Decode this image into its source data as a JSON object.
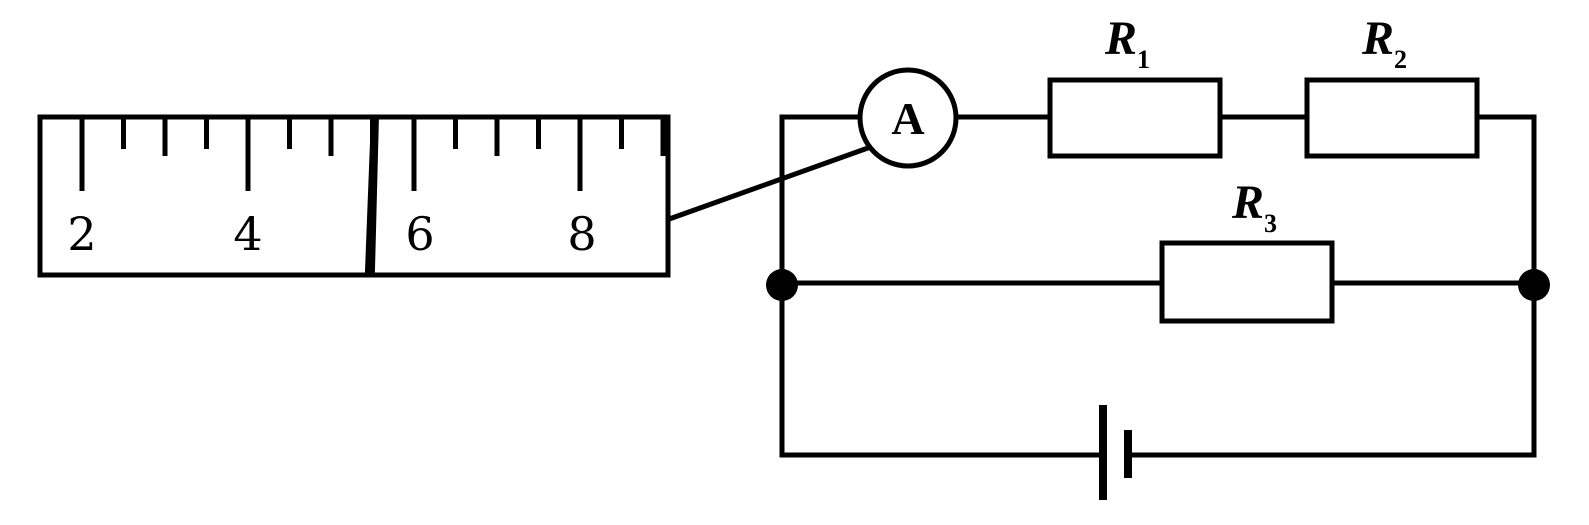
{
  "ammeter": {
    "symbol": "A"
  },
  "scale": {
    "labels": [
      "2",
      "4",
      "6",
      "8"
    ],
    "pointer_reading": 5.3
  },
  "resistors": [
    {
      "letter": "R",
      "sub": "1"
    },
    {
      "letter": "R",
      "sub": "2"
    },
    {
      "letter": "R",
      "sub": "3"
    }
  ]
}
